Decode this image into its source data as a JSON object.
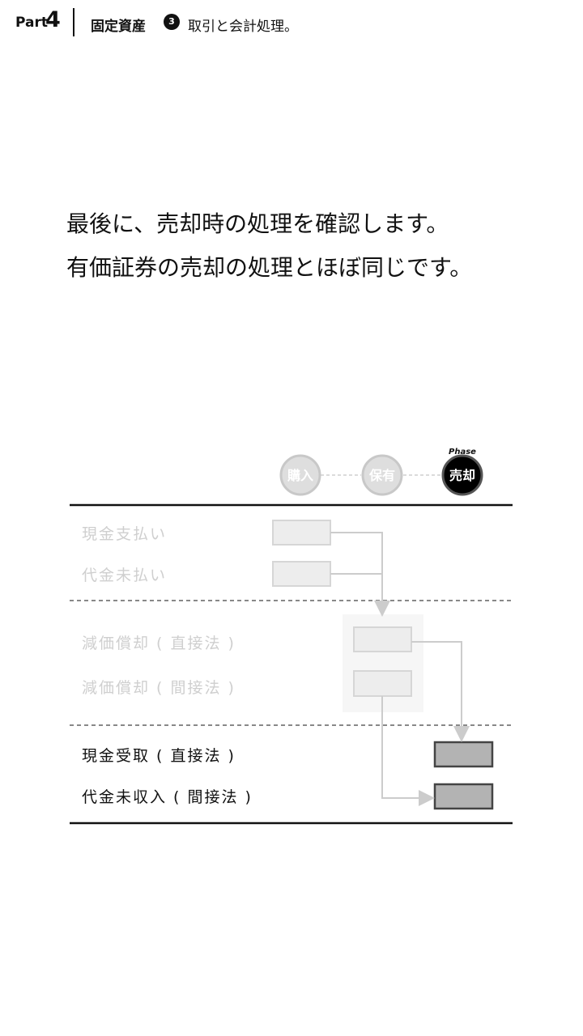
{
  "header": {
    "part_label": "Part",
    "part_number": "4",
    "chapter": "固定資産",
    "section_badge": "3",
    "section_title": "取引と会計処理。"
  },
  "lead": {
    "line1": "最後に、売却時の処理を確認します。",
    "line2": "有価証券の売却の処理とほぼ同じです。"
  },
  "phases": {
    "caption": "Phase",
    "items": [
      {
        "label": "購入",
        "active": false
      },
      {
        "label": "保有",
        "active": false
      },
      {
        "label": "売却",
        "active": true
      }
    ]
  },
  "rows": {
    "cash_paid": "現金支払い",
    "unpaid": "代金未払い",
    "dep_direct": "減価償却 ( 直接法 )",
    "dep_indirect": "減価償却 ( 間接法 )",
    "cash_received": "現金受取 ( 直接法 )",
    "receivable": "代金未収入 ( 間接法 )"
  },
  "colors": {
    "ink": "#111111",
    "faded_text": "#cfcfcf",
    "faded_box_fill": "#ededed",
    "faded_box_stroke": "#d6d6d6",
    "active_box_fill": "#b3b3b3",
    "active_box_stroke": "#444444"
  }
}
